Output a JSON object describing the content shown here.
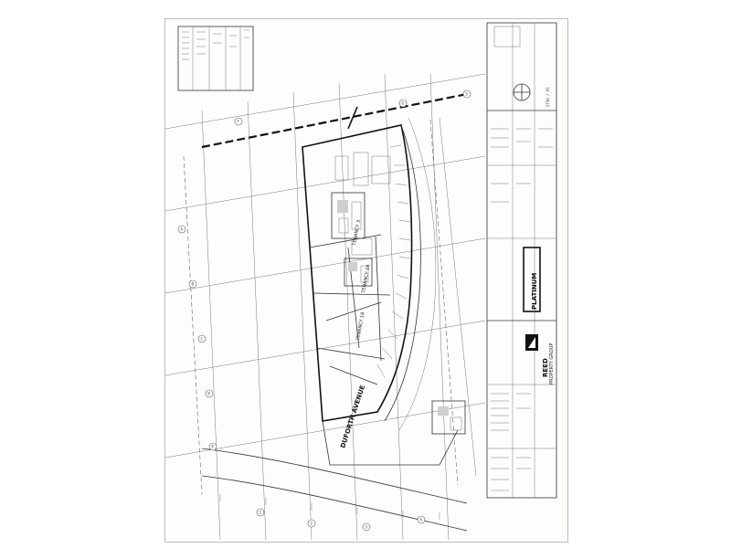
{
  "plan": {
    "street_label": "DUFORTH AVENUE",
    "tenancy_labels": [
      "TENANCY 1A",
      "TENANCY 2A",
      "TENANCY 3"
    ],
    "developer_name": "REED",
    "developer_subname": "PROPERTY GROUP",
    "project_brand": "PLATINUM",
    "sheet_number": "2730 / 01",
    "grid_markers": [
      "A",
      "B",
      "C",
      "D",
      "E",
      "F",
      "G",
      "1",
      "2",
      "3",
      "4",
      "5"
    ]
  }
}
